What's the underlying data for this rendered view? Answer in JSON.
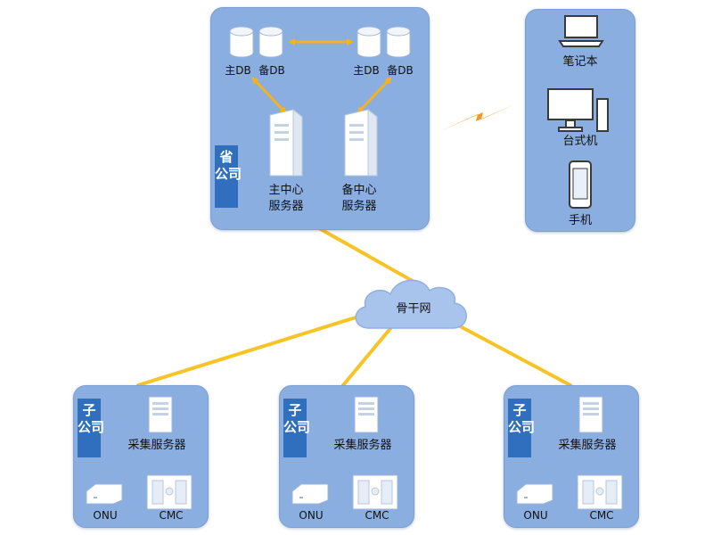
{
  "province": {
    "tag": "省\n公司",
    "db_left_primary": "主DB",
    "db_left_backup": "备DB",
    "db_right_primary": "主DB",
    "db_right_backup": "备DB",
    "server_primary": "主中心\n服务器",
    "server_backup": "备中心\n服务器"
  },
  "clients": {
    "laptop": "笔记本",
    "desktop": "台式机",
    "phone": "手机"
  },
  "backbone": "骨干网",
  "subsidiaries": [
    {
      "tag": "子\n公司",
      "server": "采集服务器",
      "onu": "ONU",
      "cmc": "CMC"
    },
    {
      "tag": "子\n公司",
      "server": "采集服务器",
      "onu": "ONU",
      "cmc": "CMC"
    },
    {
      "tag": "子\n公司",
      "server": "采集服务器",
      "onu": "ONU",
      "cmc": "CMC"
    }
  ],
  "colors": {
    "panel": "#8aaee0",
    "tag": "#2f6fbe",
    "link": "#f7c325",
    "arrow": "#f5b21e",
    "bolt": "#f59a1e",
    "cloud": "#a9c4ec"
  }
}
